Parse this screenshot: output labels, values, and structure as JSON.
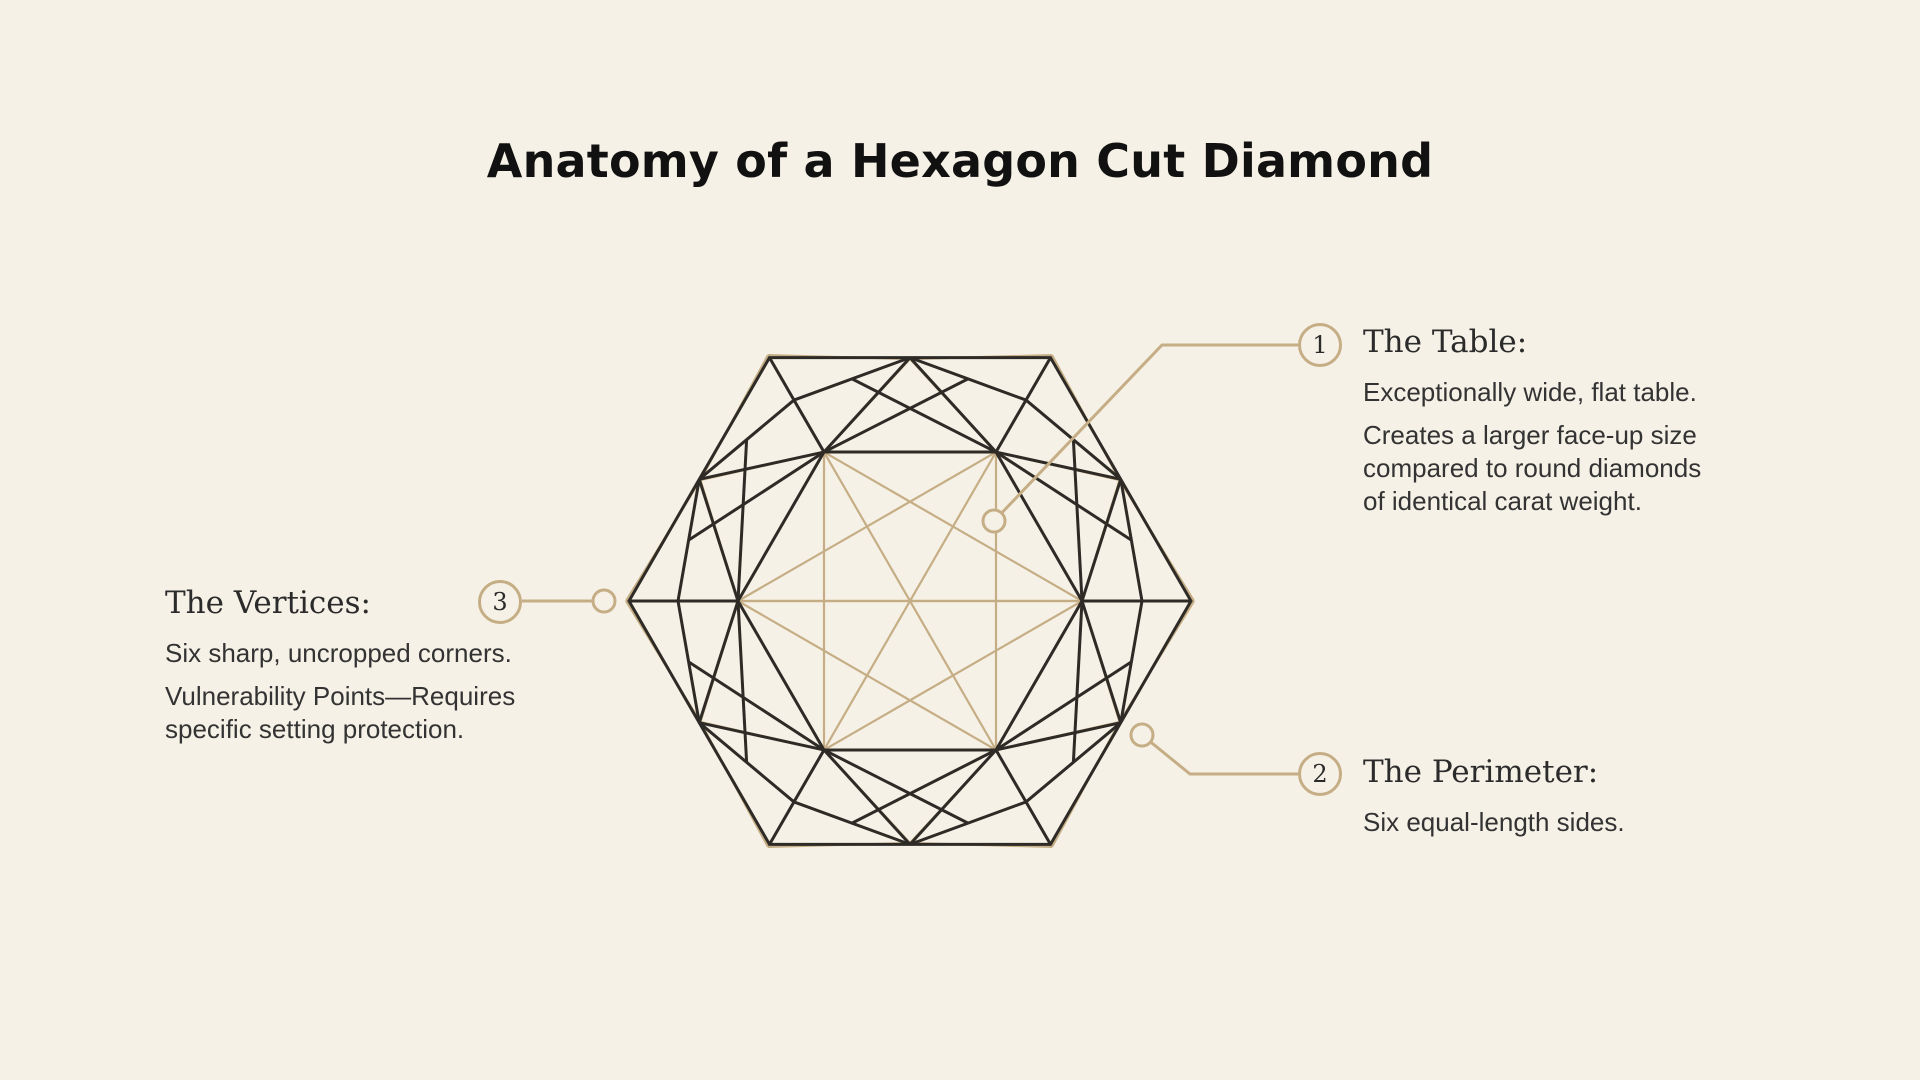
{
  "title": "Anatomy of a Hexagon Cut Diamond",
  "colors": {
    "background": "#f6f1e6",
    "outline": "#2e2b27",
    "facet_gold": "#c5ae85"
  },
  "callouts": [
    {
      "number": "1",
      "heading": "The Table:",
      "lines": [
        "Exceptionally wide, flat table.",
        "Creates a larger face-up size",
        "compared to round diamonds",
        "of identical carat weight."
      ]
    },
    {
      "number": "2",
      "heading": "The Perimeter:",
      "lines": [
        "Six equal-length sides."
      ]
    },
    {
      "number": "3",
      "heading": "The Vertices:",
      "lines": [
        "Six sharp, uncropped corners.",
        "Vulnerability Points—Requires",
        "specific setting protection."
      ]
    }
  ]
}
